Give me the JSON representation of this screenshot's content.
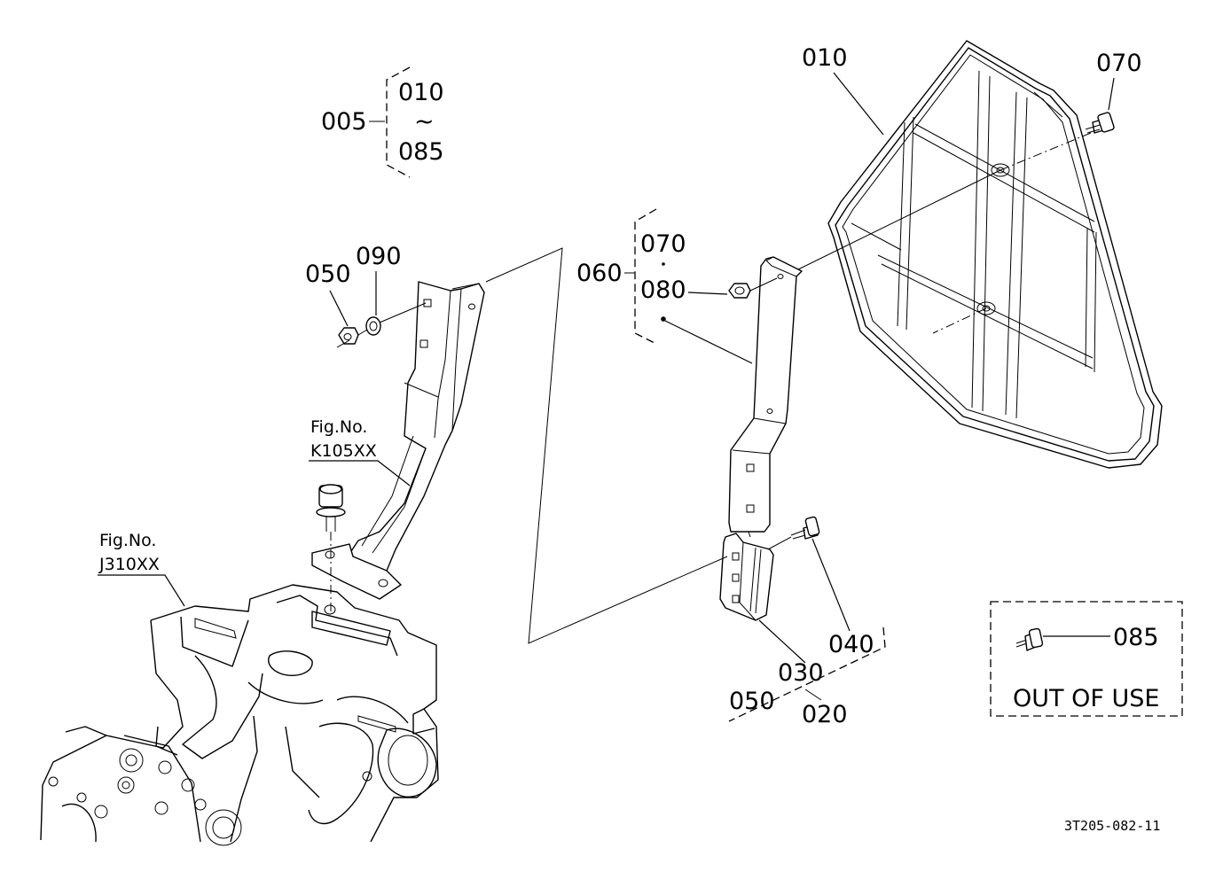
{
  "reference_code": "3T205-082-11",
  "group_callout": {
    "number": "005",
    "range_start": "010",
    "range_sep": "~",
    "range_end": "085"
  },
  "stay_callout": {
    "number": "060",
    "item_a": "070",
    "item_b": "080"
  },
  "callouts": {
    "p010": "010",
    "p070": "070",
    "p050_left": "050",
    "p090": "090",
    "p040": "040",
    "p030": "030",
    "p050_bottom": "050",
    "p020": "020",
    "p085": "085"
  },
  "figure_refs": {
    "k105": {
      "prefix": "Fig.No.",
      "number": "K105XX"
    },
    "j310": {
      "prefix": "Fig.No.",
      "number": "J310XX"
    }
  },
  "out_of_use": {
    "part": "085",
    "text": "OUT OF USE"
  }
}
